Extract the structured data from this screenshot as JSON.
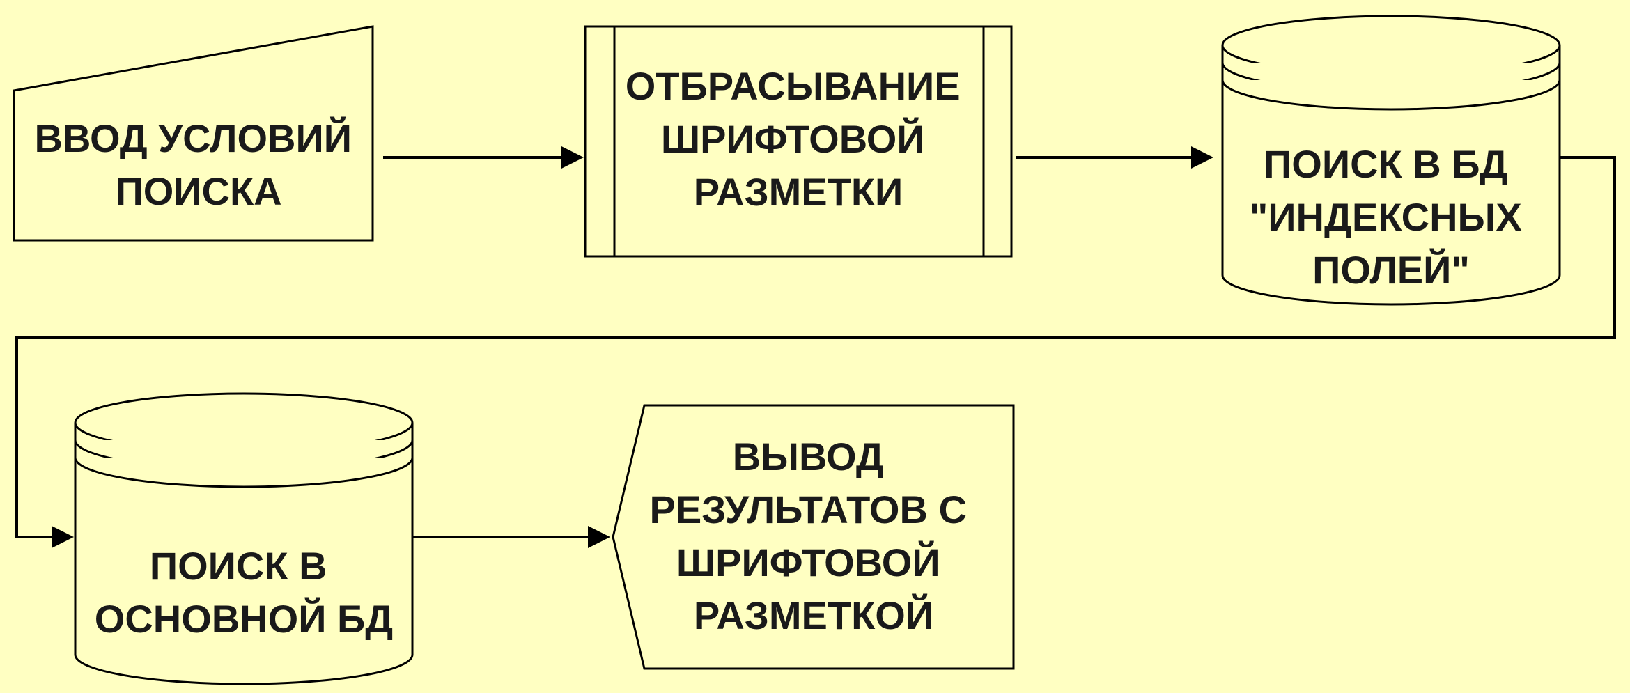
{
  "colors": {
    "background": "#FFFFC2",
    "stroke": "#000000",
    "text": "#1A1A1A"
  },
  "nodes": {
    "input": {
      "shape": "manual-input",
      "lines": [
        "ВВОД УСЛОВИЙ",
        "ПОИСКА"
      ]
    },
    "strip": {
      "shape": "predefined-process",
      "lines": [
        "ОТБРАСЫВАНИЕ",
        "ШРИФТОВОЙ",
        "РАЗМЕТКИ"
      ]
    },
    "index_db": {
      "shape": "database",
      "lines": [
        "ПОИСК В БД",
        "\"ИНДЕКСНЫХ",
        "ПОЛЕЙ\""
      ]
    },
    "main_db": {
      "shape": "database",
      "lines": [
        "ПОИСК В",
        "ОСНОВНОЙ БД"
      ]
    },
    "output": {
      "shape": "display",
      "lines": [
        "ВЫВОД",
        "РЕЗУЛЬТАТОВ С",
        "ШРИФТОВОЙ",
        "РАЗМЕТКОЙ"
      ]
    }
  },
  "edges": [
    {
      "from": "input",
      "to": "strip"
    },
    {
      "from": "strip",
      "to": "index_db"
    },
    {
      "from": "index_db",
      "to": "main_db"
    },
    {
      "from": "main_db",
      "to": "output"
    }
  ]
}
